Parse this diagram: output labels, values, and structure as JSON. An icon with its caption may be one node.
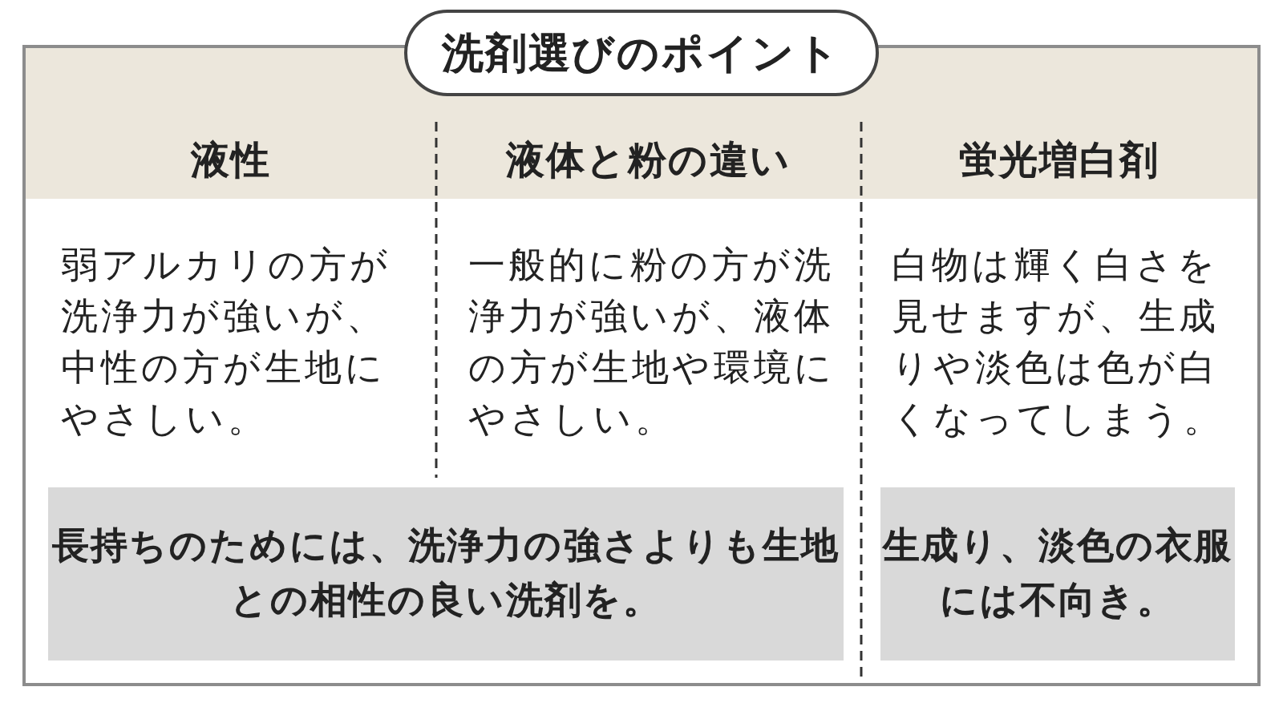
{
  "diagram": {
    "nodes": [
      {
        "text": [
          "洗剤選びのポイント"
        ]
      },
      {
        "text": [
          "長持ちのためには、洗浄力の強さよりも生地との相性の良い洗剤を。"
        ]
      },
      {
        "text": [
          "生成り、淡色の衣服には不向き。"
        ]
      }
    ],
    "labels": [
      "液性",
      "液体と粉の違い",
      "蛍光増白剤",
      "弱アルカリの方が洗浄力が強いが、中性の方が生地にやさしい。",
      "一般的に粉の方が洗浄力が強いが、液体の方が生地や環境にやさしい。",
      "白物は輝く白さを見せますが、生成りや淡色は色が白くなってしまう。"
    ]
  }
}
